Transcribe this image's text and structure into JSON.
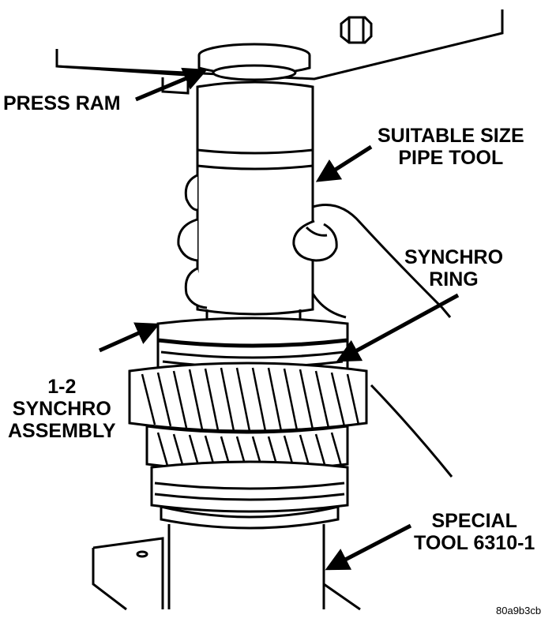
{
  "labels": {
    "press_ram": "PRESS RAM",
    "pipe_tool": [
      "SUITABLE SIZE",
      "PIPE TOOL"
    ],
    "synchro_ring": [
      "SYNCHRO",
      "RING"
    ],
    "synchro_assembly": [
      "1-2",
      "SYNCHRO",
      "ASSEMBLY"
    ],
    "special_tool": [
      "SPECIAL",
      "TOOL 6310-1"
    ]
  },
  "figure_ref": "80a9b3cb",
  "colors": {
    "ink": "#000000",
    "paper": "#ffffff"
  }
}
